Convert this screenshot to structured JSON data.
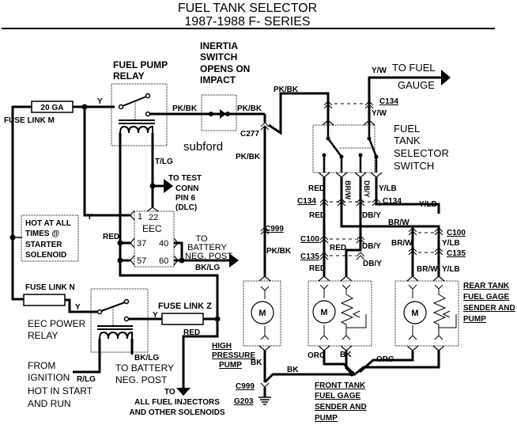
{
  "title": "FUEL TANK SELECTOR",
  "subtitle": "1987-1988 F- SERIES",
  "watermark": "subford",
  "components": {
    "fuse_link_m": {
      "box_label": "20 GA",
      "label": "FUSE LINK M"
    },
    "fuel_pump_relay": {
      "line1": "FUEL PUMP",
      "line2": "RELAY"
    },
    "inertia_switch": {
      "line1": "INERTIA",
      "line2": "SWITCH",
      "line3": "OPENS ON",
      "line4": "IMPACT"
    },
    "hot_at_all_times": {
      "line1": "HOT AT ALL",
      "line2": "TIMES @",
      "line3": "STARTER",
      "line4": "SOLENOID"
    },
    "eec": {
      "label": "EEC",
      "pin1": "1",
      "pin22": "22",
      "pin37": "37",
      "pin40": "40",
      "pin57": "57",
      "pin60": "60"
    },
    "test_conn": {
      "line1": "TO TEST",
      "line2": "CONN",
      "line3": "PIN 6",
      "line4": "(DLC)"
    },
    "battery_neg_1": {
      "line1": "TO",
      "line2": "BATTERY",
      "line3": "NEG. POST"
    },
    "fuse_link_n": {
      "label": "FUSE LINK N"
    },
    "fuse_link_z": {
      "label": "FUSE LINK Z"
    },
    "eec_power_relay": {
      "line1": "EEC POWER",
      "line2": "RELAY"
    },
    "from_ignition": {
      "line1": "FROM",
      "line2": "IGNITION",
      "line3": "HOT IN START",
      "line4": "AND RUN"
    },
    "battery_neg_2": {
      "line1": "TO BATTERY",
      "line2": "NEG.  POST"
    },
    "injectors": {
      "line1": "TO",
      "line2": "ALL FUEL INJECTORS",
      "line3": "AND OTHER SOLENOIDS"
    },
    "high_pressure_pump": {
      "line1": "HIGH",
      "line2": "PRESSURE",
      "line3": "PUMP",
      "motor": "M"
    },
    "to_fuel_gauge": {
      "line1": "TO FUEL",
      "line2": "GAUGE"
    },
    "selector_switch": {
      "line1": "FUEL",
      "line2": "TANK",
      "line3": "SELECTOR",
      "line4": "SWITCH"
    },
    "front_tank": {
      "line1": "FRONT TANK",
      "line2": "FUEL GAGE",
      "line3": "SENDER AND",
      "line4": "PUMP",
      "motor": "M"
    },
    "rear_tank": {
      "line1": "REAR TANK",
      "line2": "FUEL GAGE",
      "line3": "SENDER AND",
      "line4": "PUMP",
      "motor": "M"
    }
  },
  "wires": {
    "y": "Y",
    "pkbk": "PK/BK",
    "tlg": "T/LG",
    "red": "RED",
    "bklg": "BK/LG",
    "rlg": "R/LG",
    "yw": "Y/W",
    "brw": "BR/W",
    "dby": "DB/Y",
    "ylb": "Y/LB",
    "org": "ORG",
    "bk": "BK"
  },
  "connectors": {
    "c277": "C277",
    "c134": "C134",
    "c999": "C999",
    "c100": "C100",
    "c135": "C135",
    "g203": "G203"
  }
}
